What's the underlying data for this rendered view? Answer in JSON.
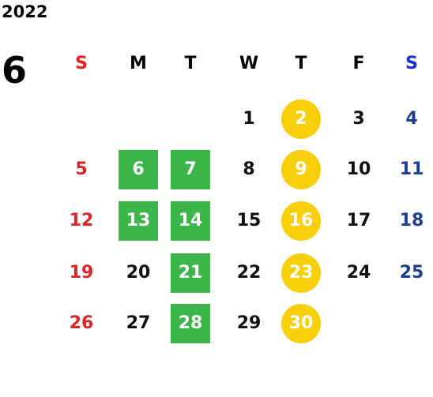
{
  "year": "2022",
  "month": "6",
  "weekdays": [
    "S",
    "M",
    "T",
    "W",
    "T",
    "F",
    "S"
  ],
  "weeks": [
    [
      "",
      "",
      "",
      "1",
      "2",
      "3",
      "4"
    ],
    [
      "5",
      "6",
      "7",
      "8",
      "9",
      "10",
      "11"
    ],
    [
      "12",
      "13",
      "14",
      "15",
      "16",
      "17",
      "18"
    ],
    [
      "19",
      "20",
      "21",
      "22",
      "23",
      "24",
      "25"
    ],
    [
      "26",
      "27",
      "28",
      "29",
      "30",
      "",
      ""
    ]
  ],
  "green_marked_days": [
    "6",
    "7",
    "13",
    "14",
    "21",
    "28"
  ],
  "yellow_marked_days": [
    "2",
    "9",
    "16",
    "23",
    "30"
  ],
  "colors": {
    "sunday": "#d9262a",
    "saturday": "#1d3f8f",
    "green_highlight": "#3cb54a",
    "yellow_highlight": "#f7cf0a"
  }
}
